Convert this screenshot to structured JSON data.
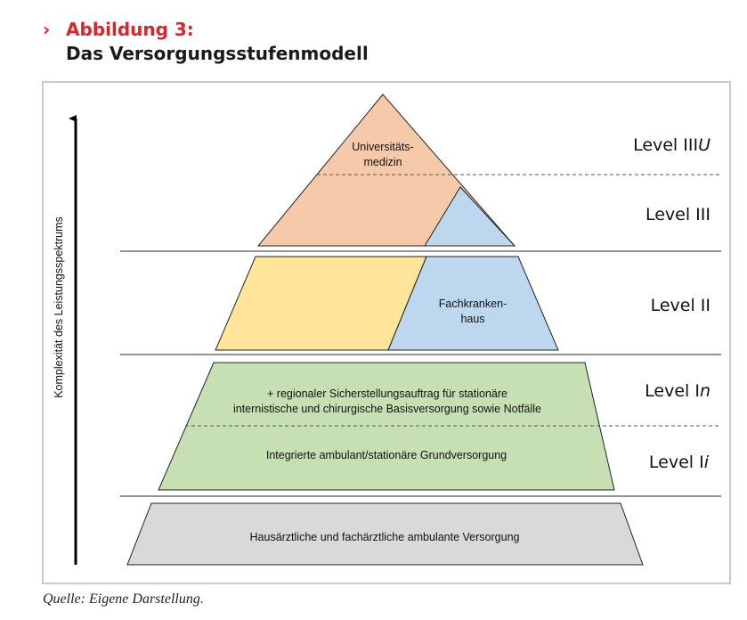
{
  "header": {
    "marker": "›",
    "figure_label": "Abbildung 3:",
    "title": "Das Versorgungsstufenmodell"
  },
  "axis_label": "Komplexität des Leistungsspektrums",
  "pyramid": {
    "universitaetsmedizin_line1": "Universitäts-",
    "universitaetsmedizin_line2": "medizin",
    "fachkrankenhaus_line1": "Fachkranken-",
    "fachkrankenhaus_line2": "haus",
    "level_in_line1": "+ regionaler Sicherstellungsauftrag für stationäre",
    "level_in_line2": "internistische und chirurgische Basisversorgung sowie Notfälle",
    "level_ii_text": "Integrierte ambulant/stationäre Grundversorgung",
    "base_text": "Hausärztliche und fachärztliche ambulante Versorgung"
  },
  "levels": {
    "iiiu": {
      "main": "Level III",
      "suffix": "U"
    },
    "iii": {
      "main": "Level III"
    },
    "ii": {
      "main": "Level II"
    },
    "in": {
      "main": "Level I",
      "suffix": "n"
    },
    "ii_small": {
      "main": "Level I",
      "suffix": "i"
    }
  },
  "colors": {
    "orange": "#f6c9aa",
    "blue": "#bdd7ee",
    "yellow": "#fee599",
    "green": "#c6e0b4",
    "grey": "#d9d9d9",
    "accent": "#d7262e"
  },
  "source": "Quelle: Eigene Darstellung."
}
